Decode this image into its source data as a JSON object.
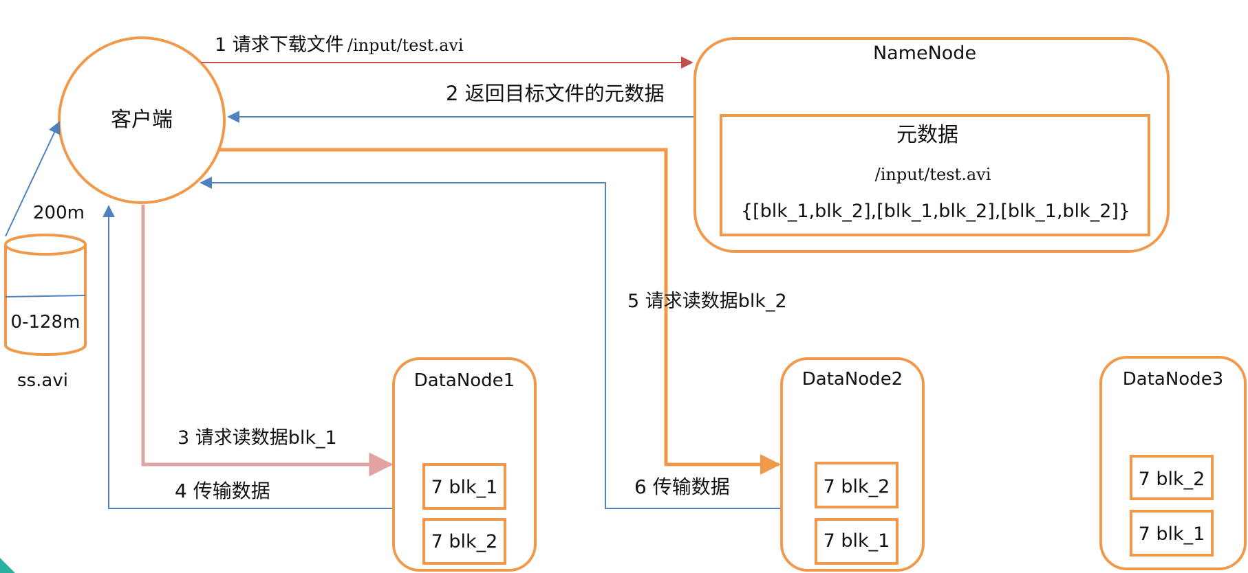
{
  "colors": {
    "node_border": "#F0994A",
    "request_arrow": "#C0504D",
    "response_arrow": "#4F81BD",
    "pink_arrow": "#E2A3A3",
    "accent_corner": "#2BB0A0"
  },
  "client": {
    "label": "客户端"
  },
  "file": {
    "top_label": "200m",
    "segment_label": "0-128m",
    "name": "ss.avi"
  },
  "namenode": {
    "title": "NameNode",
    "metadata": {
      "title": "元数据",
      "path": "/input/test.avi",
      "blocks": "{[blk_1,blk_2],[blk_1,blk_2],[blk_1,blk_2]}"
    }
  },
  "steps": {
    "step1_prefix": "1 请求下载文件",
    "step1_path": "/input/test.avi",
    "step2": "2 返回目标文件的元数据",
    "step3": "3 请求读数据blk_1",
    "step4": "4 传输数据",
    "step5": "5 请求读数据blk_2",
    "step6": "6 传输数据"
  },
  "datanodes": [
    {
      "title": "DataNode1",
      "blocks": [
        "7 blk_1",
        "7 blk_2"
      ]
    },
    {
      "title": "DataNode2",
      "blocks": [
        "7 blk_2",
        "7 blk_1"
      ]
    },
    {
      "title": "DataNode3",
      "blocks": [
        "7 blk_2",
        "7 blk_1"
      ]
    }
  ]
}
